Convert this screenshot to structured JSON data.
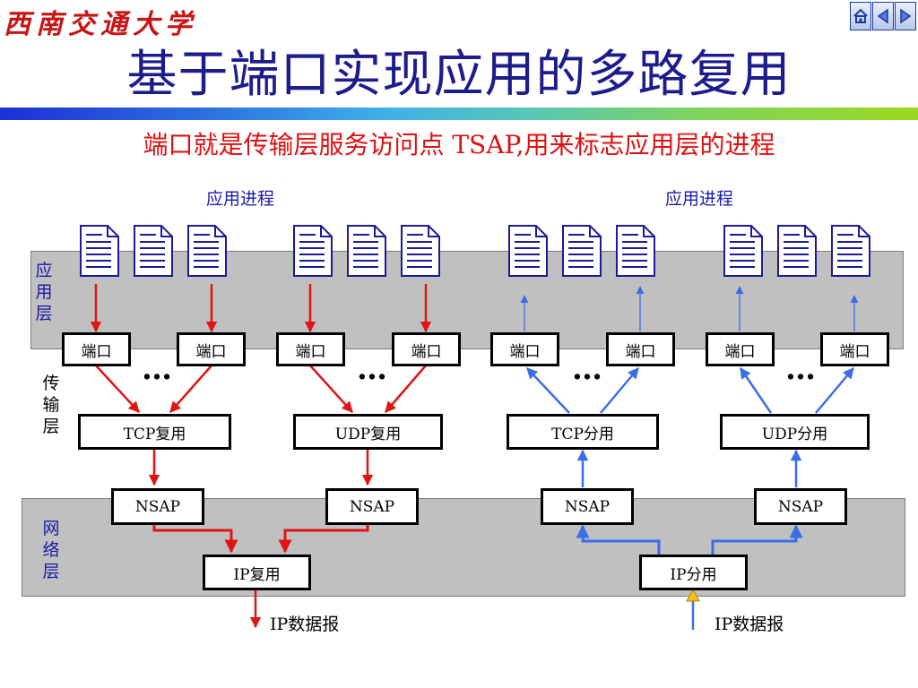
{
  "header": {
    "logo_text": "西南交通大学",
    "title": "基于端口实现应用的多路复用",
    "subtitle": "端口就是传输层服务访问点 TSAP,用来标志应用层的进程"
  },
  "nav": {
    "icons": [
      "home-icon",
      "previous-icon",
      "next-icon"
    ]
  },
  "layers": {
    "application": "应用层",
    "transport": "传输层",
    "network": "网络层"
  },
  "process_labels": {
    "left": "应用进程",
    "right": "应用进程"
  },
  "ports": [
    "端口",
    "端口",
    "端口",
    "端口",
    "端口",
    "端口",
    "端口",
    "端口"
  ],
  "ellipsis": "…",
  "transport_boxes": [
    "TCP复用",
    "UDP复用",
    "TCP分用",
    "UDP分用"
  ],
  "nsap_boxes": [
    "NSAP",
    "NSAP",
    "NSAP",
    "NSAP"
  ],
  "ip_boxes": {
    "mux": "IP复用",
    "demux": "IP分用"
  },
  "datagram_labels": {
    "out": "IP数据报",
    "in": "IP数据报"
  },
  "colors": {
    "mux_arrow": "#e01414",
    "demux_arrow": "#3a6ee8",
    "layer_band": "#c0c0c0",
    "title": "#1c1c8c",
    "subtitle": "#e01010",
    "layer_label_app": "#1a1aa8",
    "layer_label_net": "#1a1aa8",
    "document_icon": "#1a1a9a"
  }
}
